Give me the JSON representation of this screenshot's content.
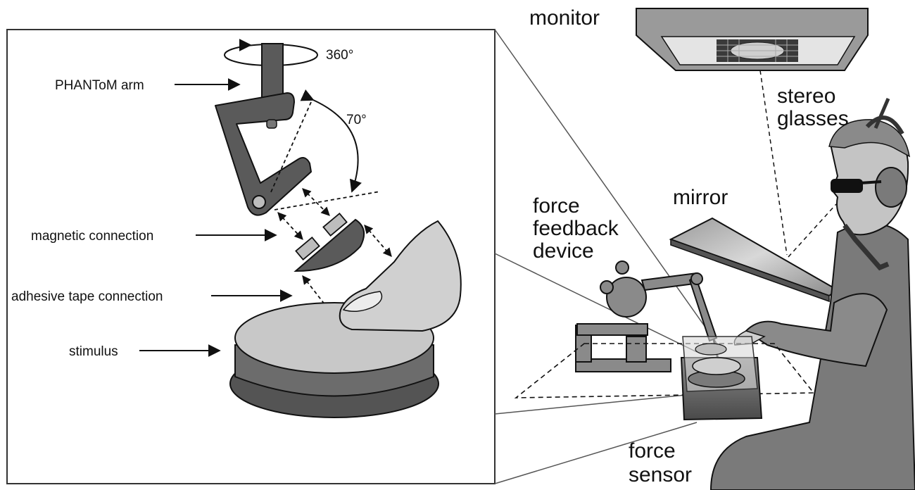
{
  "labels": {
    "rotation": "360°",
    "phantom_arm": "PHANToM arm",
    "angle": "70°",
    "magnetic_connection": "magnetic connection",
    "adhesive_tape_connection": "adhesive tape connection",
    "stimulus": "stimulus",
    "monitor": "monitor",
    "stereo_glasses_line1": "stereo",
    "stereo_glasses_line2": "glasses",
    "mirror": "mirror",
    "force_feedback_line1": "force",
    "force_feedback_line2": "feedback",
    "force_feedback_line3": "device",
    "force_sensor_line1": "force",
    "force_sensor_line2": "sensor"
  },
  "palette": {
    "dark": "#545454",
    "mid": "#7a7a7a",
    "light": "#c8c8c8",
    "skin": "#d0d0d0"
  }
}
